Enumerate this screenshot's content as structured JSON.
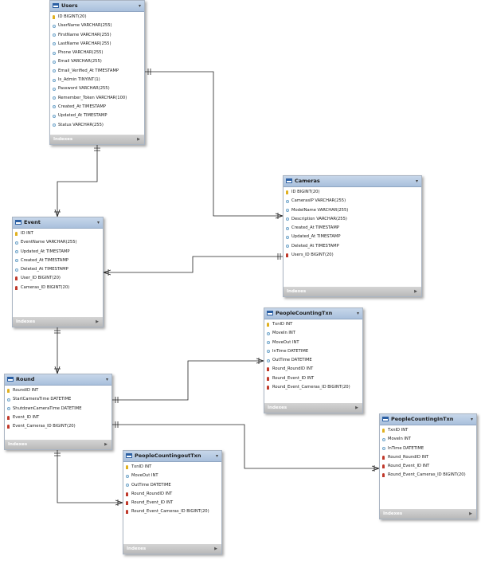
{
  "tables": [
    {
      "key": "users",
      "name": "Users",
      "columns": [
        {
          "text": "ID BIGINT(20)",
          "kind": "pk"
        },
        {
          "text": "UserName VARCHAR(255)",
          "kind": "col"
        },
        {
          "text": "FirstName VARCHAR(255)",
          "kind": "col"
        },
        {
          "text": "LastName VARCHAR(255)",
          "kind": "col"
        },
        {
          "text": "Phone VARCHAR(255)",
          "kind": "col"
        },
        {
          "text": "Email VARCHAR(255)",
          "kind": "col"
        },
        {
          "text": "Email_Verified_At TIMESTAMP",
          "kind": "col"
        },
        {
          "text": "Is_Admin TINYINT(1)",
          "kind": "col"
        },
        {
          "text": "Password VARCHAR(255)",
          "kind": "col"
        },
        {
          "text": "Remember_Token VARCHAR(100)",
          "kind": "col"
        },
        {
          "text": "Created_At TIMESTAMP",
          "kind": "col"
        },
        {
          "text": "Updated_At TIMESTAMP",
          "kind": "col"
        },
        {
          "text": "Status VARCHAR(255)",
          "kind": "col"
        }
      ],
      "indexes_label": "Indexes"
    },
    {
      "key": "cameras",
      "name": "Cameras",
      "columns": [
        {
          "text": "ID BIGINT(20)",
          "kind": "pk"
        },
        {
          "text": "CamerasIP VARCHAR(255)",
          "kind": "col"
        },
        {
          "text": "ModelName VARCHAR(255)",
          "kind": "col"
        },
        {
          "text": "Description VARCHAR(255)",
          "kind": "col"
        },
        {
          "text": "Created_At TIMESTAMP",
          "kind": "col"
        },
        {
          "text": "Updated_At TIMESTAMP",
          "kind": "col"
        },
        {
          "text": "Deleted_At TIMESTAMP",
          "kind": "col"
        },
        {
          "text": "Users_ID BIGINT(20)",
          "kind": "fk"
        }
      ],
      "indexes_label": "Indexes"
    },
    {
      "key": "event",
      "name": "Event",
      "columns": [
        {
          "text": "ID INT",
          "kind": "pk"
        },
        {
          "text": "EventName VARCHAR(255)",
          "kind": "col"
        },
        {
          "text": "Updated_At TIMESTAMP",
          "kind": "col"
        },
        {
          "text": "Created_At TIMESTAMP",
          "kind": "col"
        },
        {
          "text": "Deleted_At TIMESTAMP",
          "kind": "col"
        },
        {
          "text": "User_ID BIGINT(20)",
          "kind": "fk"
        },
        {
          "text": "Cameras_ID BIGINT(20)",
          "kind": "fk"
        }
      ],
      "indexes_label": "Indexes"
    },
    {
      "key": "pctxn",
      "name": "PeopleCountingTxn",
      "columns": [
        {
          "text": "TxnID INT",
          "kind": "pk"
        },
        {
          "text": "MoveIn INT",
          "kind": "col"
        },
        {
          "text": "MoveOut INT",
          "kind": "col"
        },
        {
          "text": "InTime DATETIME",
          "kind": "col"
        },
        {
          "text": "OutTime DATETIME",
          "kind": "col"
        },
        {
          "text": "Round_RoundID INT",
          "kind": "fk"
        },
        {
          "text": "Round_Event_ID INT",
          "kind": "fk"
        },
        {
          "text": "Round_Event_Cameras_ID BIGINT(20)",
          "kind": "fk"
        }
      ],
      "indexes_label": "Indexes"
    },
    {
      "key": "round",
      "name": "Round",
      "columns": [
        {
          "text": "RoundID INT",
          "kind": "pk"
        },
        {
          "text": "StartCameraTime DATETIME",
          "kind": "col"
        },
        {
          "text": "ShutdownCameraTime DATETIME",
          "kind": "col"
        },
        {
          "text": "Event_ID INT",
          "kind": "fk"
        },
        {
          "text": "Event_Cameras_ID BIGINT(20)",
          "kind": "fk"
        }
      ],
      "indexes_label": "Indexes"
    },
    {
      "key": "pcintxn",
      "name": "PeopleCountingInTxn",
      "columns": [
        {
          "text": "TxnID INT",
          "kind": "pk"
        },
        {
          "text": "MoveIn INT",
          "kind": "col"
        },
        {
          "text": "InTime DATETIME",
          "kind": "col"
        },
        {
          "text": "Round_RoundID INT",
          "kind": "fk"
        },
        {
          "text": "Round_Event_ID INT",
          "kind": "fk"
        },
        {
          "text": "Round_Event_Cameras_ID BIGINT(20)",
          "kind": "fk"
        }
      ],
      "indexes_label": "Indexes"
    },
    {
      "key": "pcouttxn",
      "name": "PeopleCountingoutTxn",
      "columns": [
        {
          "text": "TxnID INT",
          "kind": "pk"
        },
        {
          "text": "MoveOut INT",
          "kind": "col"
        },
        {
          "text": "OutTime DATETIME",
          "kind": "col"
        },
        {
          "text": "Round_RoundID INT",
          "kind": "fk"
        },
        {
          "text": "Round_Event_ID INT",
          "kind": "fk"
        },
        {
          "text": "Round_Event_Cameras_ID BIGINT(20)",
          "kind": "fk"
        }
      ],
      "indexes_label": "Indexes"
    }
  ],
  "relationships": [
    {
      "from": "users",
      "to": "event",
      "type": "one-to-many"
    },
    {
      "from": "users",
      "to": "cameras",
      "type": "one-to-many"
    },
    {
      "from": "cameras",
      "to": "event",
      "type": "one-to-many"
    },
    {
      "from": "event",
      "to": "round",
      "type": "one-to-many"
    },
    {
      "from": "round",
      "to": "pctxn",
      "type": "one-to-many"
    },
    {
      "from": "round",
      "to": "pcintxn",
      "type": "one-to-many"
    },
    {
      "from": "round",
      "to": "pcouttxn",
      "type": "one-to-many"
    }
  ],
  "colors": {
    "header": "#b5c9e2",
    "pk_key": "#e0b020",
    "fk_key": "#c0392b",
    "indexes_bar": "#c4c4c4"
  }
}
